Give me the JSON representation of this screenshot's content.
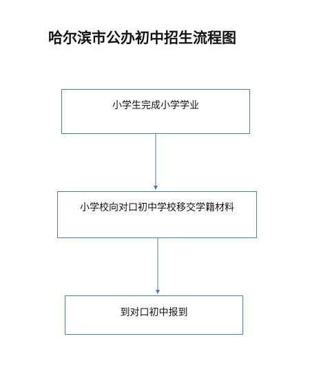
{
  "diagram": {
    "title": "哈尔滨市公办初中招生流程图",
    "steps": [
      {
        "label": "小学生完成小学学业"
      },
      {
        "label": "小学校向对口初中学校移交学籍材料"
      },
      {
        "label": "到对口初中报到"
      }
    ],
    "colors": {
      "box_border": "#4e79a7",
      "arrow": "#4e79a7",
      "text": "#111111"
    }
  }
}
